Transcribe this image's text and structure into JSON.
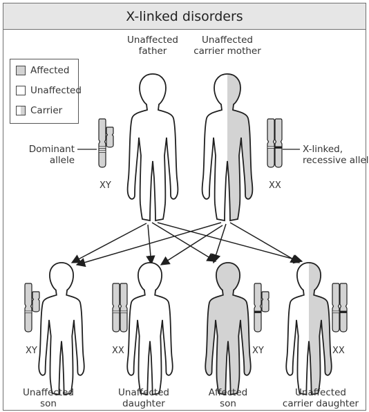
{
  "title": "X-linked disorders",
  "colors": {
    "affected": "#d3d3d3",
    "unaffected": "#ffffff",
    "outline": "#1f1f1f",
    "header_bg": "#e6e6e6"
  },
  "legend": [
    {
      "label": "Affected",
      "fill": "affected"
    },
    {
      "label": "Unaffected",
      "fill": "unaffected"
    },
    {
      "label": "Carrier",
      "fill": "carrier"
    }
  ],
  "parents": {
    "father": {
      "line1": "Unaffected",
      "line2": "father",
      "chromosomes": "XY"
    },
    "mother": {
      "line1": "Unaffected",
      "line2": "carrier mother",
      "chromosomes": "XX"
    }
  },
  "annotations": {
    "dominant_allele": {
      "line1": "Dominant",
      "line2": "allele"
    },
    "recessive_allele": {
      "line1": "X-linked,",
      "line2": "recessive allele"
    }
  },
  "children": [
    {
      "line1": "Unaffected",
      "line2": "son",
      "chromosomes": "XY",
      "status": "unaffected"
    },
    {
      "line1": "Unaffected",
      "line2": "daughter",
      "chromosomes": "XX",
      "status": "unaffected"
    },
    {
      "line1": "Affected",
      "line2": "son",
      "chromosomes": "XY",
      "status": "affected"
    },
    {
      "line1": "Unaffected",
      "line2": "carrier daughter",
      "chromosomes": "XX",
      "status": "carrier"
    }
  ]
}
